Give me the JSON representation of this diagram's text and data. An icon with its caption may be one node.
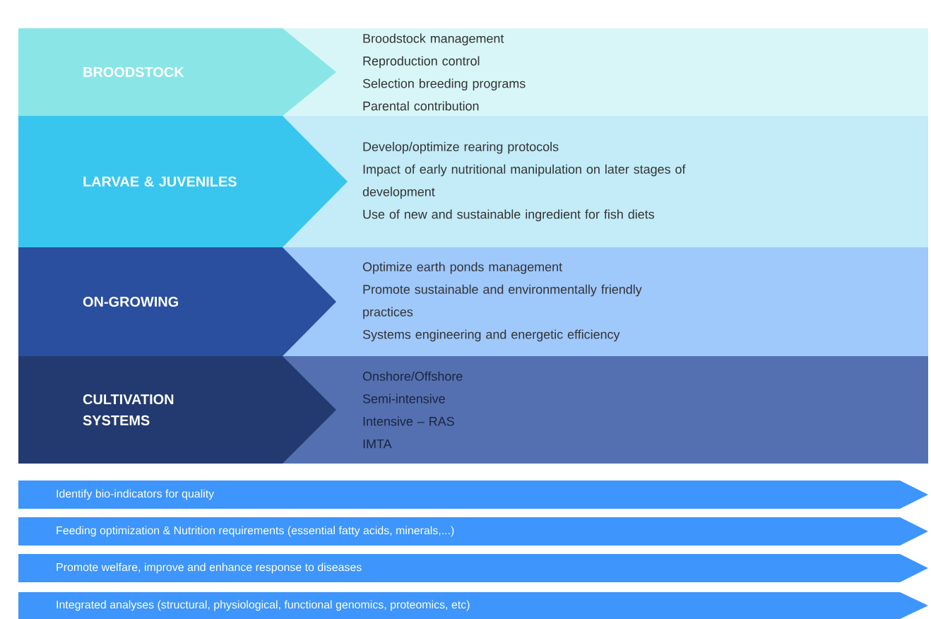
{
  "diagram": {
    "nodes": [
      {
        "text": [
          "BROODSTOCK"
        ]
      },
      {
        "text": [
          "Broodstock management",
          "Reproduction control",
          "Selection breeding programs",
          "Parental contribution"
        ]
      },
      {
        "text": [
          "LARVAE & JUVENILES"
        ]
      },
      {
        "text": [
          "Develop/optimize rearing protocols",
          "Impact of early nutritional manipulation on later stages of development",
          "Use of new and sustainable ingredient for fish diets"
        ]
      },
      {
        "text": [
          "ON-GROWING"
        ]
      },
      {
        "text": [
          "Optimize earth ponds management",
          "Promote sustainable and environmentally friendly practices",
          "Systems engineering and energetic efficiency"
        ]
      },
      {
        "text": [
          "CULTIVATION SYSTEMS"
        ]
      },
      {
        "text": [
          "Onshore/Offshore",
          "Semi-intensive",
          "Intensive – RAS",
          "IMTA"
        ]
      },
      {
        "text": [
          "Identify bio-indicators for quality"
        ]
      },
      {
        "text": [
          "Feeding optimization & Nutrition requirements (essential fatty acids, minerals,...)"
        ]
      },
      {
        "text": [
          "Promote welfare, improve and enhance response to diseases"
        ]
      },
      {
        "text": [
          "Integrated analyses (structural, physiological, functional genomics, proteomics, etc)"
        ]
      }
    ]
  }
}
